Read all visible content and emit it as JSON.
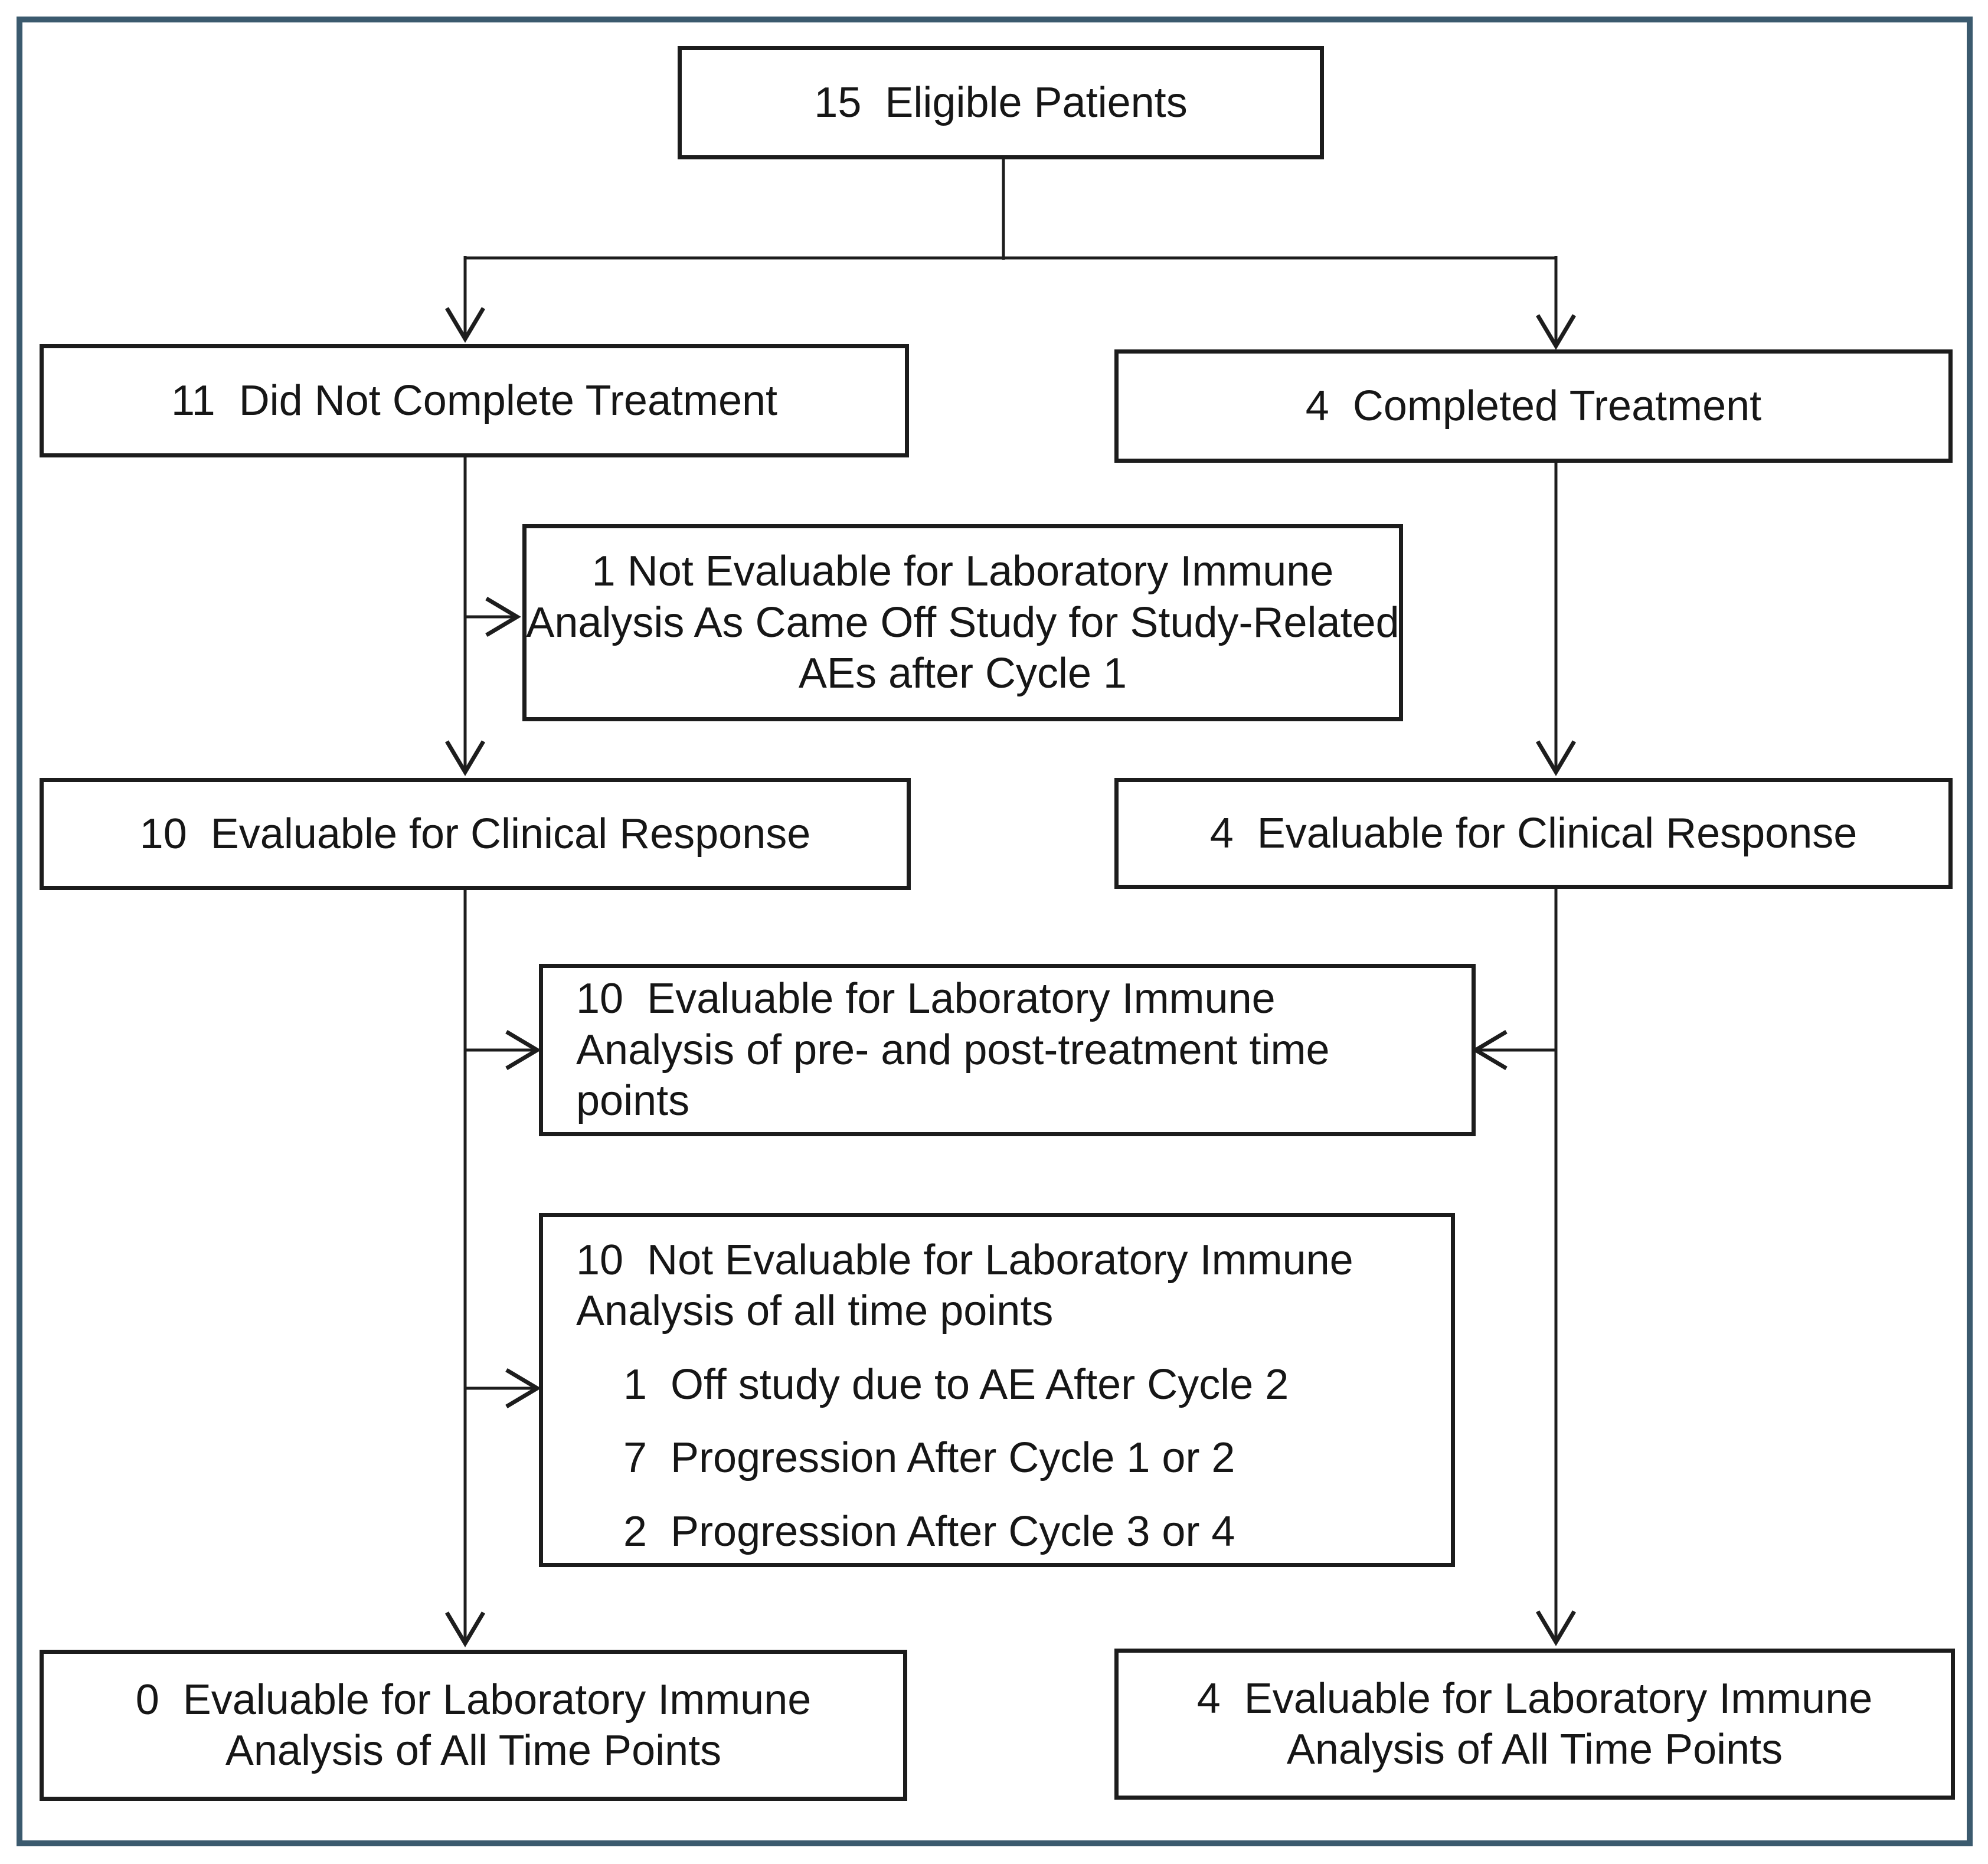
{
  "diagram": {
    "type": "patient-flow-chart",
    "colors": {
      "outer_frame": "#3b5a6e",
      "box_border": "#1c1c1c",
      "connector_line": "#1d1d1d",
      "background": "#ffffff",
      "text": "#161616"
    },
    "boxes": {
      "eligible": {
        "text": "15  Eligible Patients"
      },
      "did_not_complete": {
        "text": "11  Did Not Complete Treatment"
      },
      "completed": {
        "text": "4  Completed Treatment"
      },
      "not_evaluable_ae": {
        "lines": [
          "1 Not Evaluable for Laboratory Immune",
          "Analysis As Came Off Study for Study-Related",
          "AEs after Cycle 1"
        ]
      },
      "evaluable_clinical_left": {
        "text": "10  Evaluable for Clinical Response"
      },
      "evaluable_clinical_right": {
        "text": "4  Evaluable for Clinical Response"
      },
      "evaluable_prepost": {
        "lines": [
          "10  Evaluable for Laboratory Immune",
          "Analysis of pre- and post-treatment time",
          "points"
        ]
      },
      "not_evaluable_all": {
        "header_lines": [
          "10  Not Evaluable for Laboratory Immune",
          "Analysis of all time points"
        ],
        "items": [
          "1  Off study due to AE After Cycle 2",
          "7  Progression After Cycle 1 or 2",
          "2  Progression After Cycle 3 or 4"
        ]
      },
      "evaluable_all_left": {
        "lines": [
          "0  Evaluable for Laboratory Immune",
          "Analysis of All Time Points"
        ]
      },
      "evaluable_all_right": {
        "lines": [
          "4  Evaluable for Laboratory Immune",
          "Analysis of All Time Points"
        ]
      }
    }
  }
}
